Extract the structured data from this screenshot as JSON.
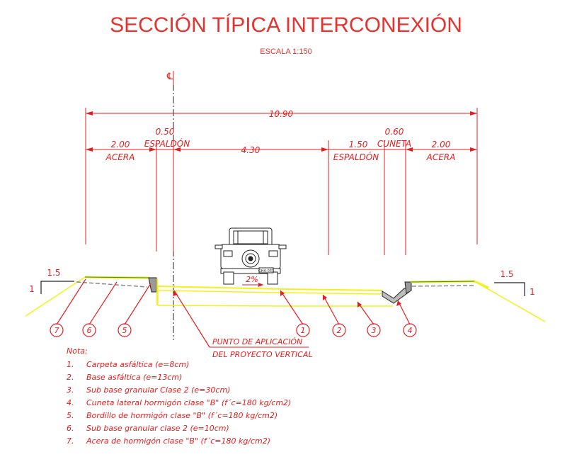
{
  "title": "SECCIÓN TÍPICA INTERCONEXIÓN",
  "scale": "ESCALA 1:150",
  "centerline_symbol": "℄",
  "dimensions": {
    "total": "10.90",
    "left_sidewalk_value": "2.00",
    "left_sidewalk_label": "ACERA",
    "left_shoulder_value": "0.50",
    "left_shoulder_label": "ESPALDÓN",
    "carriageway_value": "4.30",
    "right_shoulder_value": "1.50",
    "right_shoulder_label": "ESPALDÓN",
    "ditch_value": "0.60",
    "ditch_label": "CUNETA",
    "right_sidewalk_value": "2.00",
    "right_sidewalk_label": "ACERA"
  },
  "slope": {
    "left_h": "1.5",
    "left_v": "1",
    "right_h": "1.5",
    "right_v": "1"
  },
  "crossfall": "2%",
  "vehicle_plate": "GHA-033",
  "callouts": [
    "7",
    "6",
    "5",
    "1",
    "2",
    "3",
    "4"
  ],
  "application_point": [
    "PUNTO DE APLICACIÓN",
    "DEL PROYECTO VERTICAL"
  ],
  "notes": {
    "heading": "Nota:",
    "items": [
      {
        "num": "1.",
        "text": "Carpeta asfáltica (e=8cm)"
      },
      {
        "num": "2.",
        "text": "Base asfáltica (e=13cm)"
      },
      {
        "num": "3.",
        "text": "Sub base granular Clase 2 (e=30cm)"
      },
      {
        "num": "4.",
        "text": "Cuneta lateral hormigón clase \"B\" (f´c=180 kg/cm2)"
      },
      {
        "num": "5.",
        "text": "Bordillo de hormigón clase \"B\" (f´c=180 kg/cm2)"
      },
      {
        "num": "6.",
        "text": "Sub base granular clase 2 (e=10cm)"
      },
      {
        "num": "7.",
        "text": "Acera de hormigón clase \"B\" (f´c=180 kg/cm2)"
      }
    ]
  },
  "colors": {
    "annotation": "#e31e1e",
    "title": "#e3342f",
    "pavement": "#f2f21a",
    "linework": "#222222"
  }
}
